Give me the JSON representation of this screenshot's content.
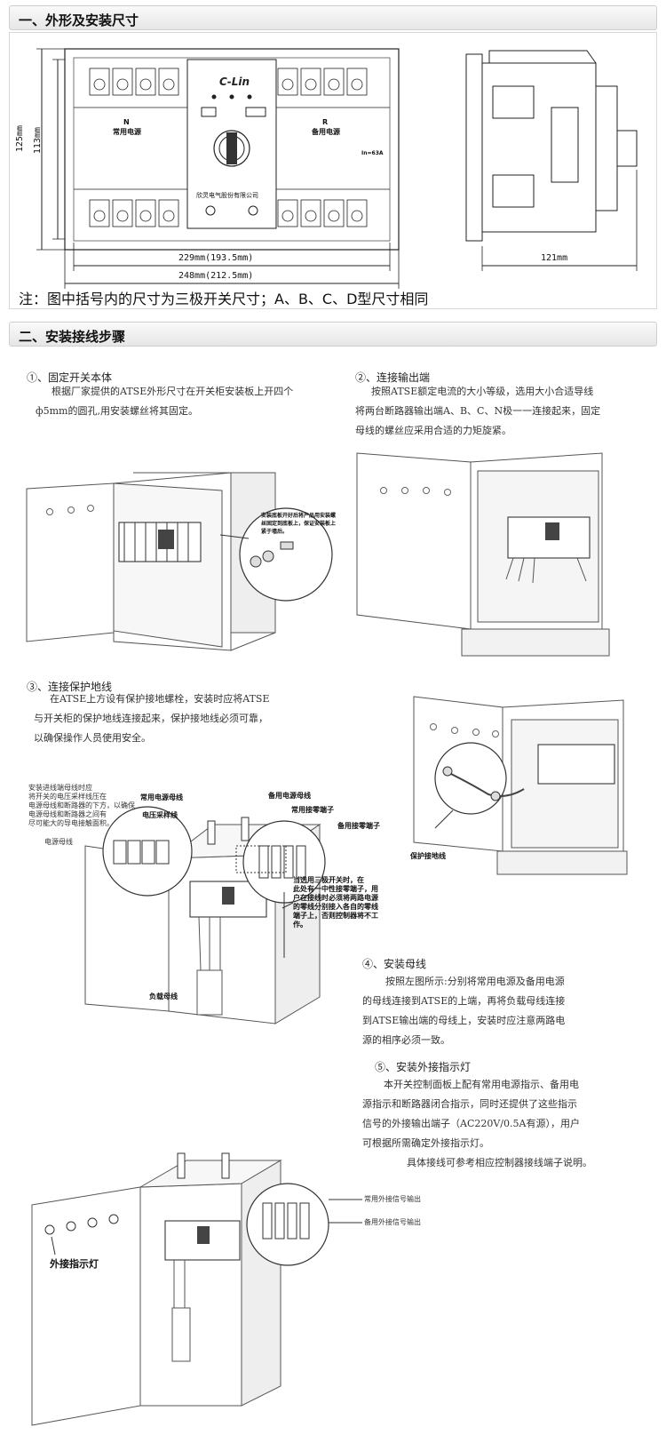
{
  "section1": {
    "title": "一、外形及安装尺寸",
    "brand": "C-Lin",
    "left_label_n": "N",
    "left_label_src": "常用电源",
    "right_label_r": "R",
    "right_label_src": "备用电源",
    "rating": "In=63A",
    "company": "欣灵电气股份有限公司",
    "dim_height_outer": "125mm",
    "dim_height_inner": "113mm",
    "dim_width_inner": "229mm(193.5mm)",
    "dim_width_outer": "248mm(212.5mm)",
    "dim_depth": "121mm",
    "note": "注：图中括号内的尺寸为三极开关尺寸；A、B、C、D型尺寸相同"
  },
  "section2": {
    "title": "二、安装接线步骤",
    "step1": {
      "title": "①、固定开关本体",
      "lines": [
        "根据厂家提供的ATSE外形尺寸在开关柜安装板上开四个",
        "ф5mm的圆孔,用安装螺丝将其固定。"
      ],
      "callout": [
        "安装底板开好后将产品用安装螺",
        "丝固定到底板上，保证安装板上",
        "紧于墙后。"
      ]
    },
    "step2": {
      "title": "②、连接输出端",
      "lines": [
        "按照ATSE额定电流的大小等级，选用大小合适导线",
        "将两台断路器输出端A、B、C、N极一一连接起来，固定",
        "母线的螺丝应采用合适的力矩旋紧。"
      ]
    },
    "step3": {
      "title": "③、连接保护地线",
      "lines": [
        "在ATSE上方设有保护接地螺栓，安装时应将ATSE",
        "与开关柜的保护地线连接起来，保护接地线必须可靠，",
        "以确保操作人员使用安全。"
      ],
      "ground_label": "保护接地线"
    },
    "diagram3": {
      "note_left": [
        "安装进线端母线时应",
        "将开关的电压采样线压在",
        "电源母线和断路器的下方，以确保",
        "电源母线和断路器之间有",
        "尽可能大的导电接触面积。"
      ],
      "power_bus": "电源母线",
      "normal_bus": "常用电源母线",
      "voltage_sample": "电压采样线",
      "backup_bus": "备用电源母线",
      "normal_neutral": "常用接零端子",
      "backup_neutral": "备用接零端子",
      "load_bus": "负载母线",
      "neutral_note": [
        "当选用三极开关时，在",
        "此处有一中性接零端子，用",
        "户在接线时必须将两路电源",
        "的零线分别接入各自的零线",
        "端子上，否则控制器将不工",
        "作。"
      ]
    },
    "step4": {
      "title": "④、安装母线",
      "lines": [
        "按照左图所示:分别将常用电源及备用电源",
        "的母线连接到ATSE的上端，再将负载母线连接",
        "到ATSE输出端的母线上，安装时应注意两路电",
        "源的相序必须一致。"
      ]
    },
    "step5": {
      "title": "⑤、安装外接指示灯",
      "lines": [
        "本开关控制面板上配有常用电源指示、备用电",
        "源指示和断路器闭合指示，同时还提供了这些指示",
        "信号的外接输出端子（AC220V/0.5A有源），用户",
        "可根据所需确定外接指示灯。",
        "具体接线可参考相应控制器接线端子说明。"
      ],
      "normal_signal": "常用外接信号输出",
      "backup_signal": "备用外接信号输出",
      "lamp_label": "外接指示灯"
    }
  }
}
